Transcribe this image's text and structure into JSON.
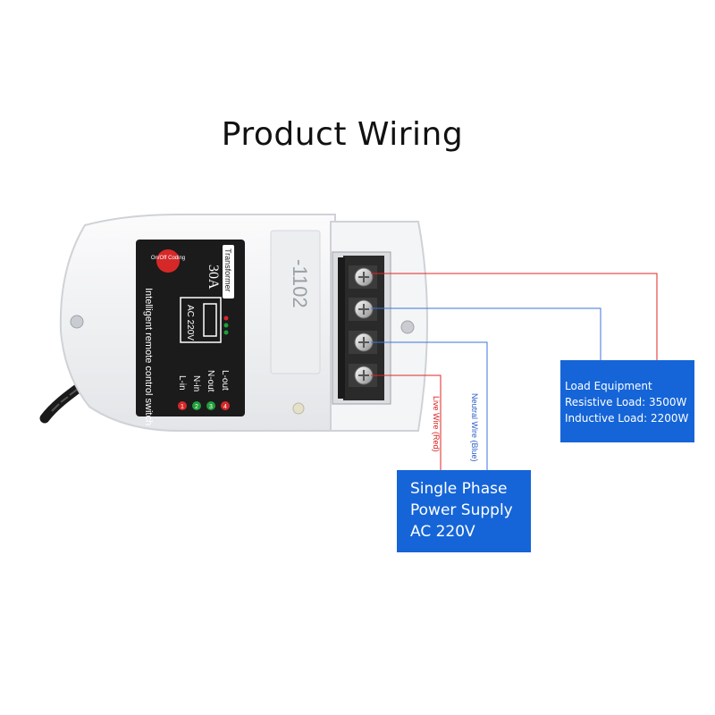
{
  "title": "Product Wiring",
  "device": {
    "name": "Intelligent remote control switch",
    "model": "-1102",
    "current_rating": "30A",
    "transformer_label": "Transformer",
    "coding_button": "On/Off Coding",
    "supply_label": "AC 220V",
    "terminals": [
      {
        "number": "1",
        "label": "L-in"
      },
      {
        "number": "2",
        "label": "N-in"
      },
      {
        "number": "3",
        "label": "N-out"
      },
      {
        "number": "4",
        "label": "L-out"
      }
    ]
  },
  "wires": {
    "live": "Live Wire (Red)",
    "neutral": "Neutral Wire (Blue)",
    "live_color": "#e02424",
    "neutral_color": "#3b74d8"
  },
  "load_box": {
    "line1": "Load Equipment",
    "line2": "Resistive Load: 3500W",
    "line3": "Inductive Load: 2200W"
  },
  "supply_box": {
    "line1": "Single Phase",
    "line2": "Power Supply",
    "line3": "AC 220V"
  },
  "colors": {
    "box_fill": "#1565d8",
    "panel_dark": "#1b1b1b",
    "housing": "#f2f3f5",
    "terminal_1": "#d62828",
    "terminal_2": "#1f9e3a"
  }
}
